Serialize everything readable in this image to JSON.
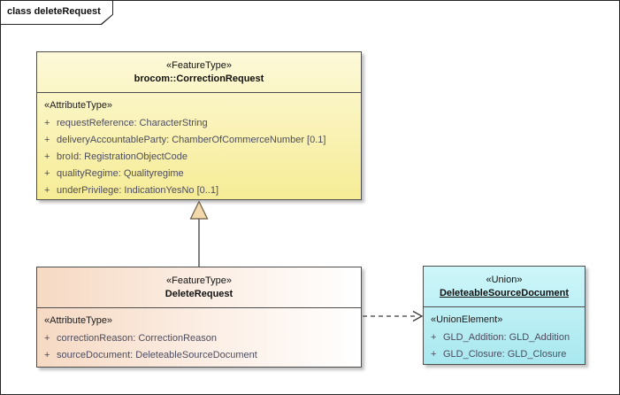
{
  "frame": {
    "label": "class deleteRequest"
  },
  "correction_request": {
    "stereotype": "«FeatureType»",
    "name": "brocom::CorrectionRequest",
    "attr_stereotype": "«AttributeType»",
    "attributes": [
      {
        "vis": "+",
        "text": "requestReference: CharacterString"
      },
      {
        "vis": "+",
        "text": "deliveryAccountableParty: ChamberOfCommerceNumber [0.1]"
      },
      {
        "vis": "+",
        "text": "broId: RegistrationObjectCode"
      },
      {
        "vis": "+",
        "text": "qualityRegime: Qualityregime"
      },
      {
        "vis": "+",
        "text": "underPrivilege: IndicationYesNo [0..1]"
      }
    ]
  },
  "delete_request": {
    "stereotype": "«FeatureType»",
    "name": "DeleteRequest",
    "attr_stereotype": "«AttributeType»",
    "attributes": [
      {
        "vis": "+",
        "text": "correctionReason: CorrectionReason"
      },
      {
        "vis": "+",
        "text": "sourceDocument: DeleteableSourceDocument"
      }
    ]
  },
  "deleteable_source_document": {
    "stereotype": "«Union»",
    "name": "DeleteableSourceDocument",
    "attr_stereotype": "«UnionElement»",
    "attributes": [
      {
        "vis": "+",
        "text": "GLD_Addition: GLD_Addition"
      },
      {
        "vis": "+",
        "text": "GLD_Closure: GLD_Closure"
      }
    ]
  },
  "connectors": [
    {
      "type": "generalization",
      "from": "DeleteRequest",
      "to": "brocom::CorrectionRequest"
    },
    {
      "type": "dependency",
      "from": "DeleteRequest",
      "to": "DeleteableSourceDocument"
    }
  ],
  "colors": {
    "feature_fill": "#f6ec96",
    "delete_fill": "#f6d9c3",
    "union_fill": "#a9e8ef",
    "attr_text": "#4c4c5e",
    "border": "#4d4d4d",
    "generalization_arrow_fill": "#f3d8ac"
  }
}
